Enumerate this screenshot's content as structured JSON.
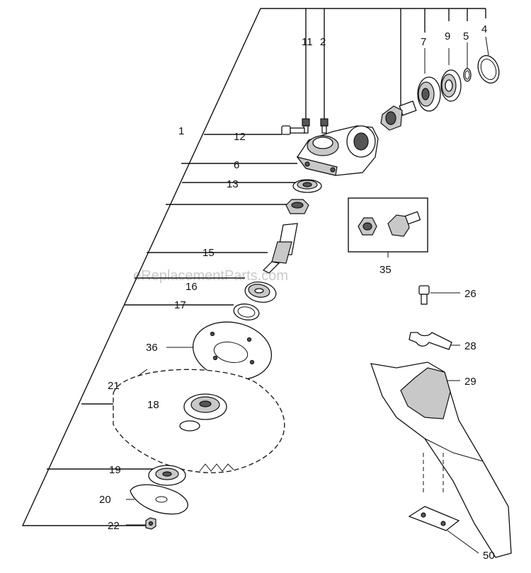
{
  "watermark": "eReplacementParts.com",
  "callouts": [
    "1",
    "2",
    "4",
    "5",
    "6",
    "7",
    "9",
    "11",
    "12",
    "13",
    "15",
    "16",
    "17",
    "18",
    "19",
    "20",
    "21",
    "22",
    "26",
    "28",
    "29",
    "35",
    "36",
    "50"
  ]
}
